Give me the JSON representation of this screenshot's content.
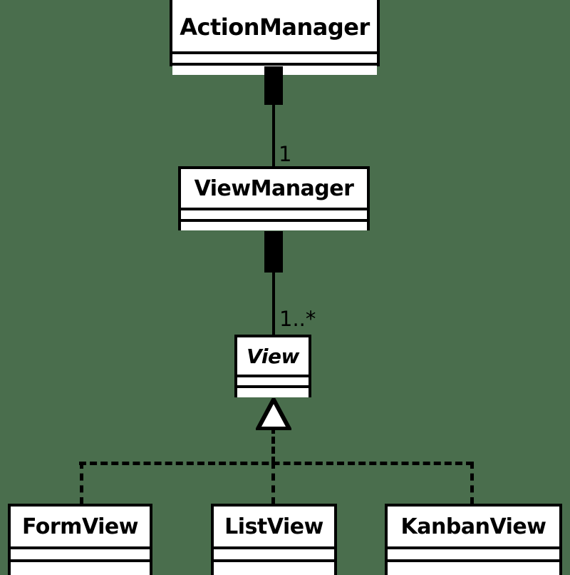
{
  "diagram": {
    "type": "uml-class-diagram",
    "background_color": "#4a6e4d",
    "line_color": "#000000",
    "class_fill_color": "#ffffff",
    "classes": [
      {
        "id": "action-manager",
        "name": "ActionManager",
        "abstract": false,
        "attributes": [],
        "operations": []
      },
      {
        "id": "view-manager",
        "name": "ViewManager",
        "abstract": false,
        "attributes": [],
        "operations": []
      },
      {
        "id": "view",
        "name": "View",
        "abstract": true,
        "attributes": [],
        "operations": []
      },
      {
        "id": "form-view",
        "name": "FormView",
        "abstract": false,
        "attributes": [],
        "operations": []
      },
      {
        "id": "list-view",
        "name": "ListView",
        "abstract": false,
        "attributes": [],
        "operations": []
      },
      {
        "id": "kanban-view",
        "name": "KanbanView",
        "abstract": false,
        "attributes": [],
        "operations": []
      }
    ],
    "relationships": [
      {
        "id": "actionmanager-composes-viewmanager",
        "kind": "composition",
        "from": "ActionManager",
        "to": "ViewManager",
        "multiplicity": "1"
      },
      {
        "id": "viewmanager-composes-view",
        "kind": "composition",
        "from": "ViewManager",
        "to": "View",
        "multiplicity": "1..*"
      },
      {
        "id": "formview-inherits-view",
        "kind": "generalization-dashed",
        "from": "FormView",
        "to": "View",
        "multiplicity": ""
      },
      {
        "id": "listview-inherits-view",
        "kind": "generalization-dashed",
        "from": "ListView",
        "to": "View",
        "multiplicity": ""
      },
      {
        "id": "kanbanview-inherits-view",
        "kind": "generalization-dashed",
        "from": "KanbanView",
        "to": "View",
        "multiplicity": ""
      }
    ],
    "multiplicity_labels": {
      "action_to_view_manager": "1",
      "view_manager_to_view": "1..*"
    }
  }
}
